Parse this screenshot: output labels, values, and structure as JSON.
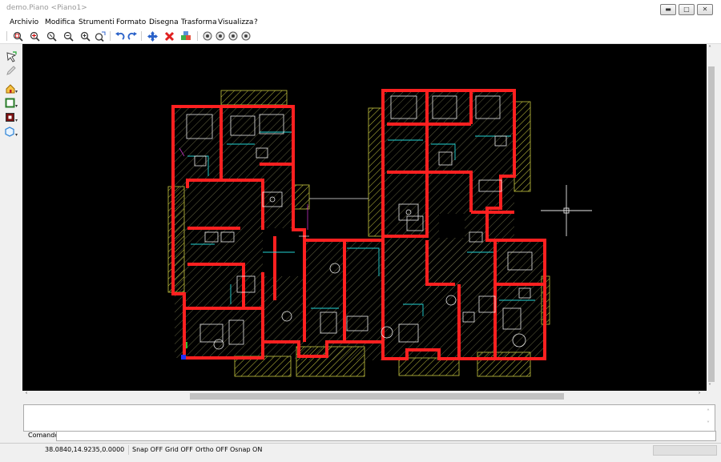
{
  "window": {
    "title": "demo.Piano <Piano1>",
    "buttons": [
      "minimize-icon",
      "maximize-icon",
      "close-icon"
    ]
  },
  "menu": [
    "Archivio",
    "Modifica",
    "Strumenti",
    "Formato",
    "Disegna",
    "Trasforma",
    "Visualizza",
    "?"
  ],
  "toolbar": {
    "buttons": [
      "zoom-window-icon",
      "zoom-extents-icon",
      "zoom-realtime-icon",
      "zoom-out-icon",
      "zoom-in-icon",
      "zoom-previous-icon",
      "undo-icon",
      "redo-icon",
      "pan-icon",
      "delete-icon",
      "layer-icon",
      "view-1-icon",
      "view-2-icon",
      "view-3-icon",
      "view-4-icon"
    ]
  },
  "left_toolbar": [
    "select-icon",
    "pencil-icon",
    "room-icon",
    "wall-icon",
    "block-icon",
    "polygon-icon"
  ],
  "colors": {
    "canvas": "#000000",
    "walls": "#ff2020",
    "hatch": "#c8c840",
    "furniture": "#e8e8e8",
    "cyan": "#22d3d3"
  },
  "command": {
    "label": "Comando :",
    "value": ""
  },
  "status": {
    "coords": "38.0840,14.9235,0.0000",
    "snap": "Snap OFF",
    "grid": "Grid OFF",
    "ortho": "Ortho OFF",
    "osnap": "Osnap ON"
  }
}
